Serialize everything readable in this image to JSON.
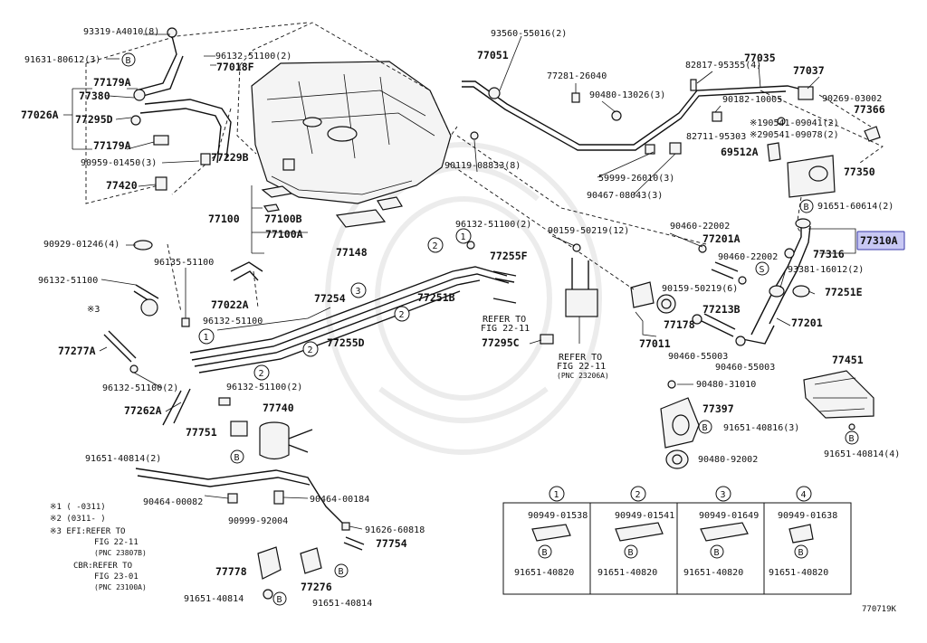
{
  "diagram_id": "770719K",
  "highlighted": "77310A",
  "notes": [
    "※1 (   -0311)",
    "※2 (0311-    )",
    "※3  EFI:REFER TO",
    "FIG  22-11",
    "(PNC 23807B)",
    "CBR:REFER TO",
    "FIG  23-01",
    "(PNC 23100A)"
  ],
  "refers": {
    "r1_a": "REFER TO",
    "r1_b": "FIG 22-11",
    "r2_a": "REFER TO",
    "r2_b": "FIG 22-11",
    "r2_c": "(PNC 23206A)"
  },
  "markers": [
    "1",
    "2",
    "3",
    "4"
  ],
  "circled_b": "B",
  "circled_s": "S",
  "table": [
    {
      "num": "1",
      "top": "90949-01538",
      "bottom": "91651-40820"
    },
    {
      "num": "2",
      "top": "90949-01541",
      "bottom": "91651-40820"
    },
    {
      "num": "3",
      "top": "90949-01649",
      "bottom": "91651-40820"
    },
    {
      "num": "4",
      "top": "90949-01638",
      "bottom": "91651-40820"
    }
  ],
  "labels": {
    "l93319": "93319-A4010(8)",
    "l91631": "91631-80612(3)",
    "l96132a": "96132-51100(2)",
    "l77018F": "77018F",
    "l77179A_1": "77179A",
    "l77380": "77380",
    "l77026A": "77026A",
    "l77295D": "77295D",
    "l77179A_2": "77179A",
    "l90959": "90959-01450(3)",
    "l77229B": "77229B",
    "l77420": "77420",
    "l77100": "77100",
    "l77100B": "77100B",
    "l77100A": "77100A",
    "l77148": "77148",
    "l90929": "90929-01246(4)",
    "l96135": "96135-51100",
    "l96132b": "96132-51100",
    "l77022A": "77022A",
    "l96132c": "96132-51100",
    "l_x3": "※3",
    "l77254": "77254",
    "l77251B": "77251B",
    "l77255D": "77255D",
    "l77277A": "77277A",
    "l96132d": "96132-51100(2)",
    "l96132e": "96132-51100(2)",
    "l77262A": "77262A",
    "l77740": "77740",
    "l77751": "77751",
    "l91651a": "91651-40814(2)",
    "l90464a": "90464-00082",
    "l90999": "90999-92004",
    "l90464b": "90464-00184",
    "l91626": "91626-60818",
    "l77754": "77754",
    "l77778": "77778",
    "l77276": "77276",
    "l91651b": "91651-40814",
    "l91651c": "91651-40814",
    "l93560": "93560-55016(2)",
    "l77051": "77051",
    "l77281": "77281-26040",
    "l90480a": "90480-13026(3)",
    "l82817": "82817-95355(4)",
    "l77035": "77035",
    "l77037": "77037",
    "l90182": "90182-10005",
    "l90269": "90269-03002",
    "l90541a": "※190541-09041(2)",
    "l90541b": "※290541-09078(2)",
    "l77366": "77366",
    "l82711": "82711-95303",
    "l69512A": "69512A",
    "l77350": "77350",
    "l90119": "90119-08833(8)",
    "l59999": "59999-26010(3)",
    "l90467": "90467-08043(3)",
    "l91651d": "91651-60614(2)",
    "l96132f": "96132-51100(2)",
    "l90159a": "90159-50219(12)",
    "l77255F": "77255F",
    "l90460a": "90460-22002",
    "l77201A": "77201A",
    "l90460b": "90460-22002",
    "l77316": "77316",
    "l77310A": "77310A",
    "l93381": "93381-16012(2)",
    "l90159b": "90159-50219(6)",
    "l77251E": "77251E",
    "l77213B": "77213B",
    "l77178": "77178",
    "l77201": "77201",
    "l77295C": "77295C",
    "l77011": "77011",
    "l90460c": "90460-55003",
    "l90460d": "90460-55003",
    "l90480b": "90480-31010",
    "l77451": "77451",
    "l77397": "77397",
    "l91651e": "91651-40816(3)",
    "l91651f": "91651-40814(4)",
    "l90480c": "90480-92002"
  }
}
